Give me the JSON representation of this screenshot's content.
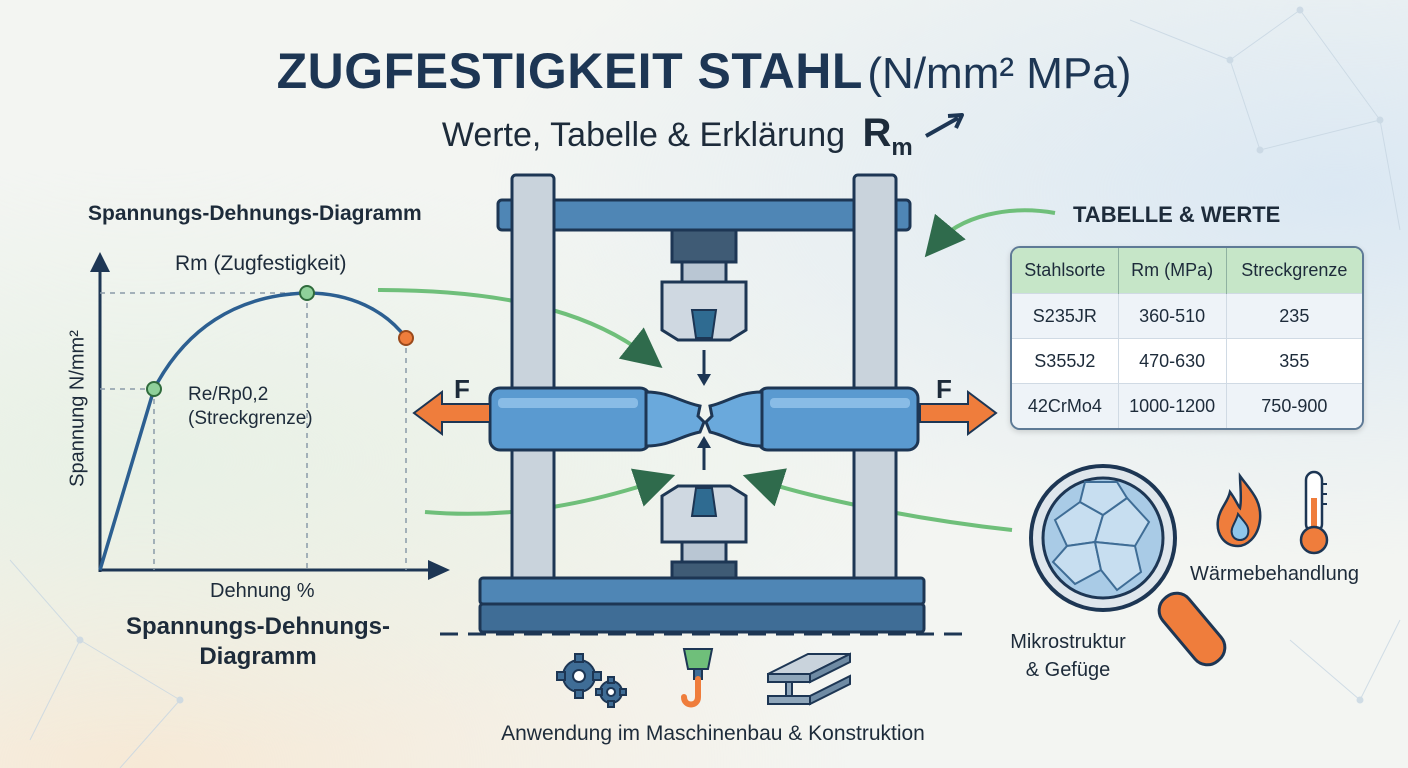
{
  "header": {
    "title_main": "ZUGFESTIGKEIT STAHL",
    "title_unit": "(N/mm² MPa)",
    "subtitle": "Werte, Tabelle & Erklärung",
    "rm_symbol": "R",
    "rm_sub": "m"
  },
  "diagram": {
    "heading": "Spannungs-Dehnungs-Diagramm",
    "caption": "Spannungs-Dehnungs-Diagramm",
    "rm_label": "Rm (Zugfestigkeit)",
    "re_label_1": "Re/Rp0,2",
    "re_label_2": "(Streckgrenze)",
    "y_label": "Spannung N/mm²",
    "x_label": "Dehnung %"
  },
  "machine": {
    "force_left": "F",
    "force_right": "F"
  },
  "table": {
    "heading": "TABELLE & WERTE",
    "columns": [
      "Stahlsorte",
      "Rm (MPa)",
      "Streckgrenze"
    ],
    "rows": [
      [
        "S235JR",
        "360-510",
        "235"
      ],
      [
        "S355J2",
        "470-630",
        "355"
      ],
      [
        "42CrMo4",
        "1000-1200",
        "750-900"
      ]
    ]
  },
  "factors": {
    "mikro_1": "Mikrostruktur",
    "mikro_2": "& Gefüge",
    "waerme": "Wärmebehandlung"
  },
  "footer": {
    "anwendung": "Anwendung im Maschinenbau & Konstruktion"
  },
  "colors": {
    "accent_green": "#6fbf7a",
    "accent_orange": "#ef7d3c",
    "steel_blue": "#3f7fb4",
    "navy": "#1d3654"
  }
}
